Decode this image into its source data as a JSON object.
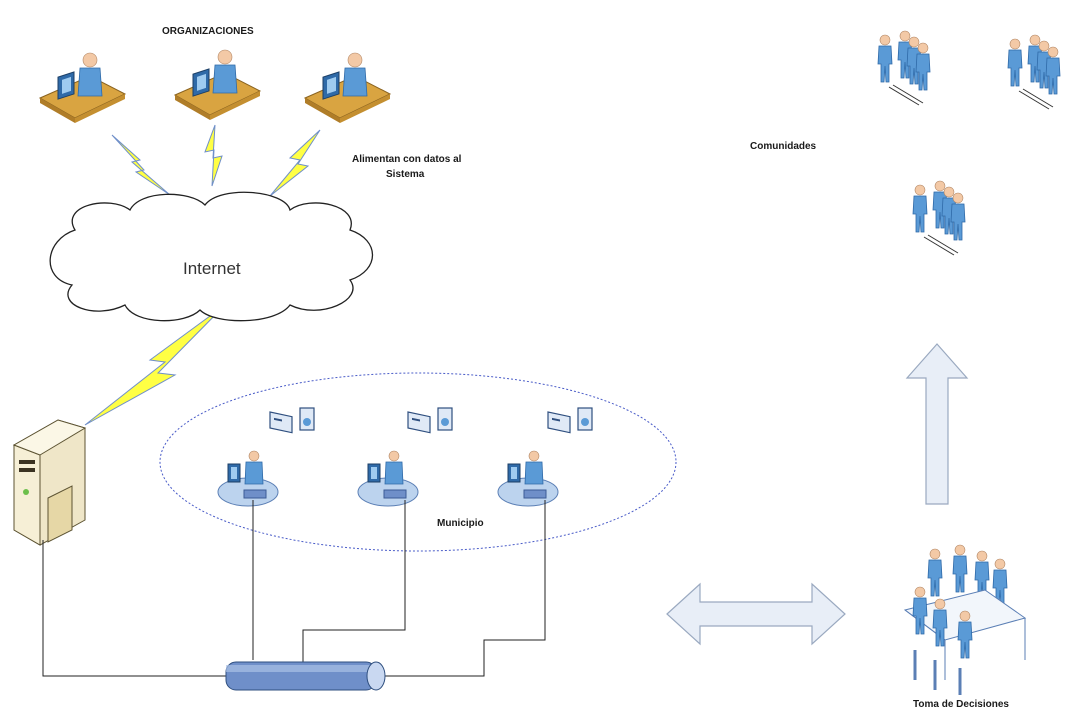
{
  "labels": {
    "organizaciones": "ORGANIZACIONES",
    "alimentan_line1": "Alimentan con datos al",
    "alimentan_line2": "Sistema",
    "internet": "Internet",
    "comunidades": "Comunidades",
    "municipio": "Municipio",
    "toma_decisiones": "Toma de Decisiones"
  },
  "colors": {
    "person": "#5a9ad6",
    "person_dark": "#2f6aa8",
    "desk": "#d9a441",
    "bolt": "#ffff44",
    "cloud_stroke": "#222222",
    "ellipse": "#4a5cc8",
    "arrow_fill": "#e8eef7",
    "arrow_stroke": "#9aa9c0",
    "pipe": "#6f8fc9",
    "server": "#efe6c8"
  },
  "icons": {
    "organization_workstation": "user-at-desk-icon",
    "server": "server-tower-icon",
    "municipal_workstation": "user-workstation-icon",
    "document": "document-icon",
    "community": "people-group-icon",
    "decision": "meeting-table-icon",
    "network": "network-bus-icon"
  }
}
